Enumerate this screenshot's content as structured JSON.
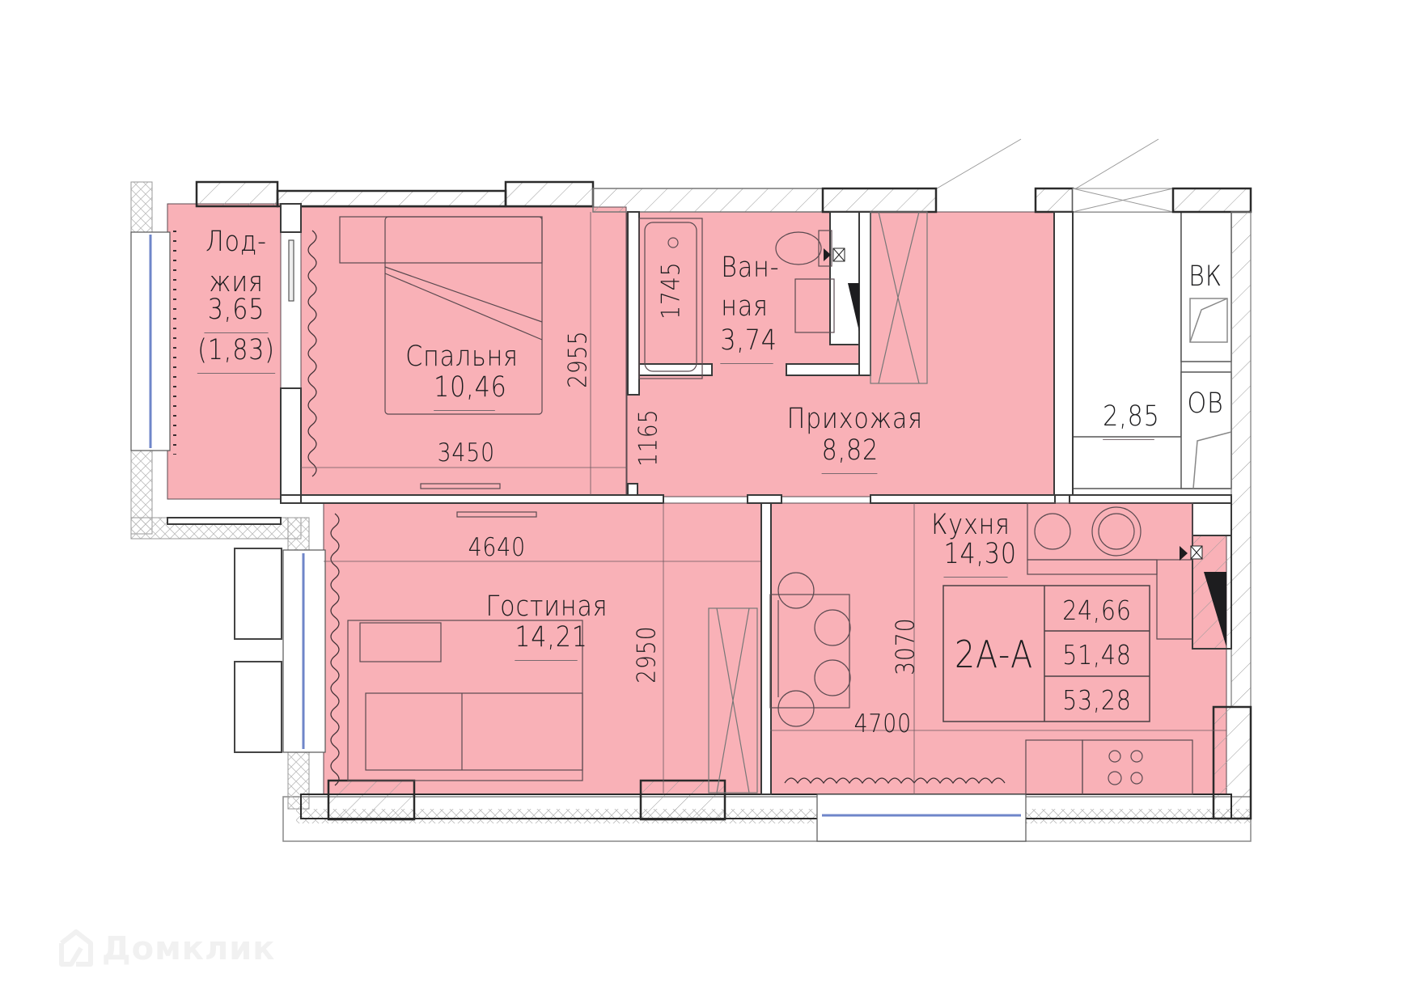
{
  "plan": {
    "apartment_code": "2А-А",
    "areas_table": {
      "living_area": "24,66",
      "total_area": "51,48",
      "total_area_with_loggia": "53,28"
    },
    "colors": {
      "room_fill": "#f9b1b7",
      "wall_line": "#2b2b2b",
      "hatch_line": "#9a9a9a",
      "window_glass": "#6f86c9",
      "text": "#1d1d1f"
    }
  },
  "rooms": {
    "loggia": {
      "name_line1": "Лод-",
      "name_line2": "жия",
      "area": "3,65",
      "reduced_area": "(1,83)"
    },
    "bedroom": {
      "name": "Спальня",
      "area": "10,46"
    },
    "bathroom": {
      "name_line1": "Ван-",
      "name_line2": "ная",
      "area": "3,74"
    },
    "hallway": {
      "name": "Прихожая",
      "area": "8,82"
    },
    "living_room": {
      "name": "Гостиная",
      "area": "14,21"
    },
    "kitchen": {
      "name": "Кухня",
      "area": "14,30"
    },
    "utility": {
      "area": "2,85",
      "shaft_vk": "ВК",
      "shaft_ov": "ОВ"
    }
  },
  "dimensions": {
    "bath_length": "1745",
    "bedroom_depth": "2955",
    "bedroom_width": "3450",
    "hall_passage": "1165",
    "living_width": "4640",
    "living_depth": "2950",
    "kitchen_depth": "3070",
    "kitchen_width": "4700"
  },
  "watermark": {
    "text": "Домклик"
  }
}
